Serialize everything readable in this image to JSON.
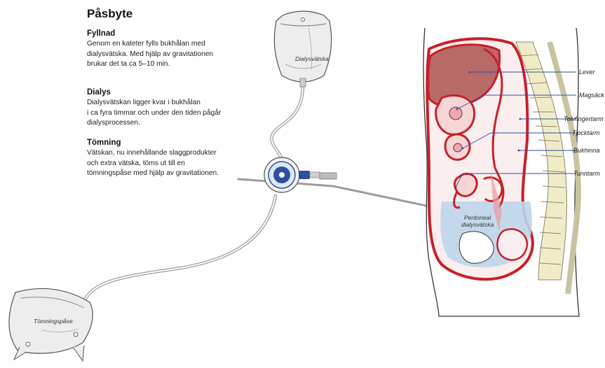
{
  "title": "Påsbyte",
  "sections": [
    {
      "heading": "Fyllnad",
      "text": "Genom en kateter fylls bukhålan med\ndialysvätska. Med hjälp av gravitationen\nbrukar det ta ca 5–10 min."
    },
    {
      "heading": "Dialys",
      "text": "Dialysvätskan ligger kvar i bukhålan\ni ca fyra timmar och under den tiden pågår\ndialysprocessen."
    },
    {
      "heading": "Tömning",
      "text": "Vätskan, nu innehållande slaggprodukter\noch extra vätska, töms ut till en\ntömningspåse med hjälp av gravitationen."
    }
  ],
  "bags": {
    "fill": "Dialysvätska",
    "drain": "Tömningspåse"
  },
  "fluid_label": [
    "Peritoneal",
    "dialysvätska"
  ],
  "organs": [
    "Lever",
    "Magsäck",
    "Tolvfingertarm",
    "Tjocktarm",
    "Bukhinna",
    "Tunntarm"
  ],
  "colors": {
    "peritoneum": "#c8202a",
    "liver": "#b86a66",
    "fluid": "#bcd6ea",
    "spine": "#f1ecc8",
    "valve": "#2d4f9e"
  }
}
